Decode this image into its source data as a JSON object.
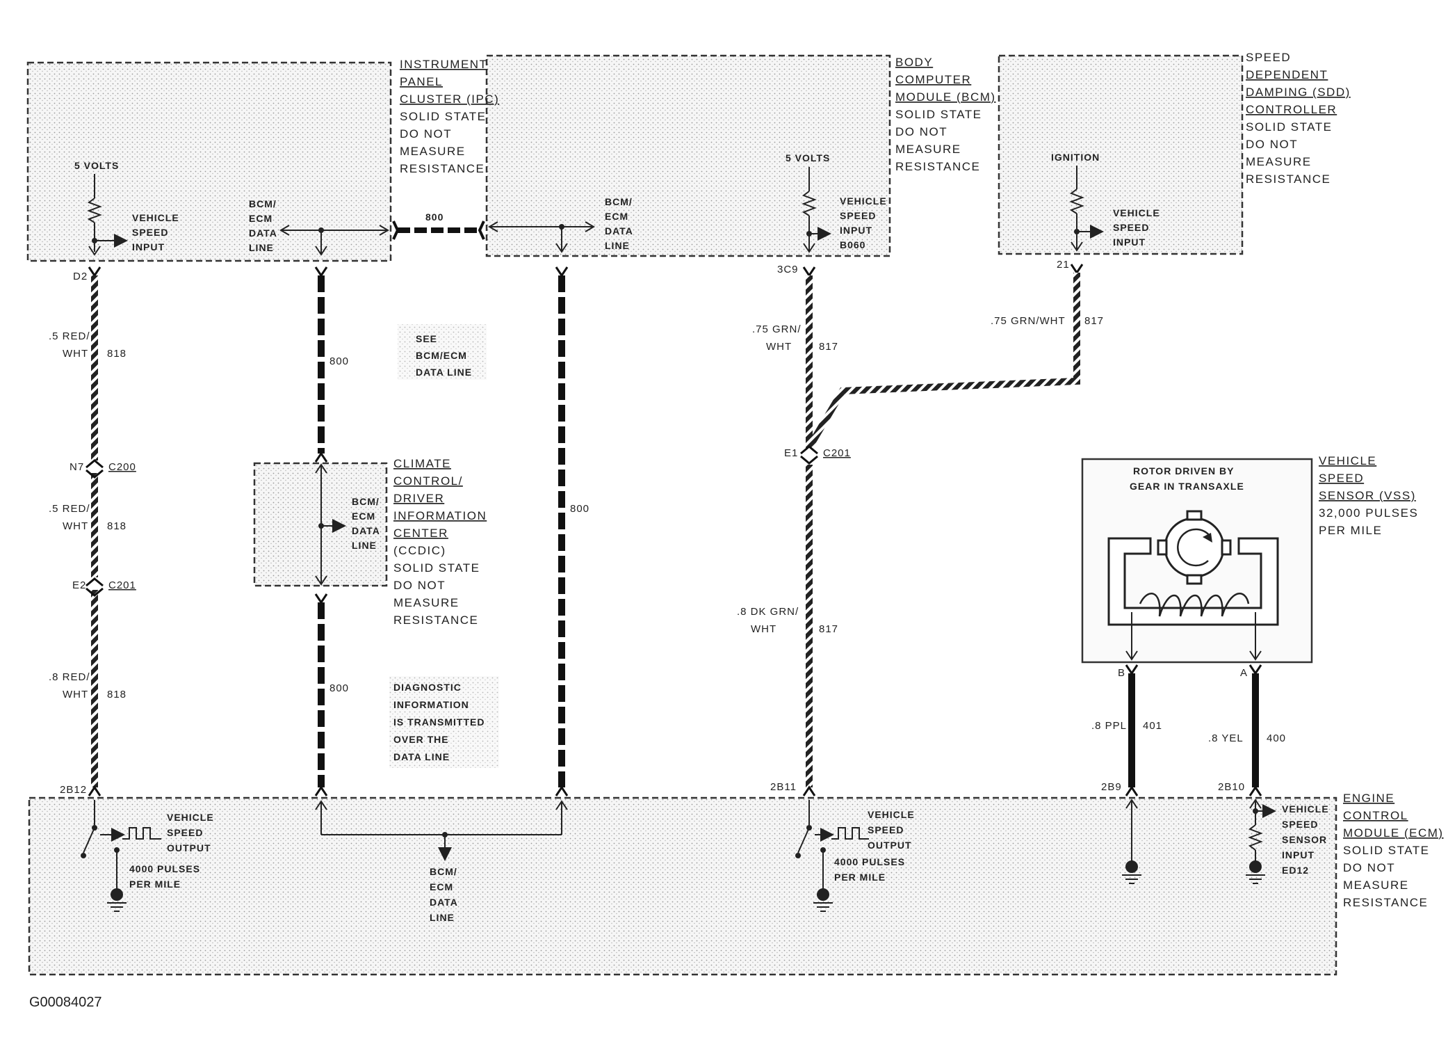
{
  "image_id": "G00084027",
  "ipc": {
    "title_lines": [
      "INSTRUMENT",
      "PANEL",
      "CLUSTER (IPC)"
    ],
    "note_lines": [
      "SOLID STATE",
      "DO NOT",
      "MEASURE",
      "RESISTANCE"
    ],
    "supply": "5 VOLTS",
    "vsi_lines": [
      "VEHICLE",
      "SPEED",
      "INPUT"
    ],
    "data_lines": [
      "BCM/",
      "ECM",
      "DATA",
      "LINE"
    ],
    "pin_d2": "D2"
  },
  "bcm": {
    "title_lines": [
      "BODY",
      "COMPUTER",
      "MODULE (BCM)"
    ],
    "note_lines": [
      "SOLID STATE",
      "DO NOT",
      "MEASURE",
      "RESISTANCE"
    ],
    "supply": "5 VOLTS",
    "vsi_lines": [
      "VEHICLE",
      "SPEED",
      "INPUT",
      "B060"
    ],
    "data_lines": [
      "BCM/",
      "ECM",
      "DATA",
      "LINE"
    ],
    "pin_3c9": "3C9"
  },
  "sdd": {
    "title_lines": [
      "SPEED",
      "DEPENDENT",
      "DAMPING (SDD)",
      "CONTROLLER"
    ],
    "note_lines": [
      "SOLID STATE",
      "DO NOT",
      "MEASURE",
      "RESISTANCE"
    ],
    "supply": "IGNITION",
    "vsi_lines": [
      "VEHICLE",
      "SPEED",
      "INPUT"
    ],
    "pin_21": "21"
  },
  "ccdic": {
    "title_lines": [
      "CLIMATE",
      "CONTROL/",
      "DRIVER",
      "INFORMATION",
      "CENTER"
    ],
    "note_lines": [
      "(CCDIC)",
      "SOLID STATE",
      "DO NOT",
      "MEASURE",
      "RESISTANCE"
    ],
    "data_lines": [
      "BCM/",
      "ECM",
      "DATA",
      "LINE"
    ]
  },
  "vss": {
    "title_lines": [
      "VEHICLE",
      "SPEED",
      "SENSOR (VSS)"
    ],
    "note_lines": [
      "32,000 PULSES",
      "PER MILE"
    ],
    "rotor_lines": [
      "ROTOR DRIVEN BY",
      "GEAR IN TRANSAXLE"
    ],
    "pin_b": "B",
    "pin_a": "A"
  },
  "ecm": {
    "title_lines": [
      "ENGINE",
      "CONTROL",
      "MODULE (ECM)"
    ],
    "note_lines": [
      "SOLID STATE",
      "DO NOT",
      "MEASURE",
      "RESISTANCE"
    ],
    "vso_lines": [
      "VEHICLE",
      "SPEED",
      "OUTPUT"
    ],
    "pulse_lines": [
      "4000 PULSES",
      "PER MILE"
    ],
    "data_lines": [
      "BCM/",
      "ECM",
      "DATA",
      "LINE"
    ],
    "vssi_lines": [
      "VEHICLE",
      "SPEED",
      "SENSOR",
      "INPUT",
      "ED12"
    ],
    "pin_2b12": "2B12",
    "pin_2b11": "2B11",
    "pin_2b9": "2B9",
    "pin_2b10": "2B10"
  },
  "wires": {
    "w818_top": [
      ".5 RED/",
      "WHT"
    ],
    "w818_mid": [
      ".5 RED/",
      "WHT"
    ],
    "w818_bot": [
      ".8 RED/",
      "WHT"
    ],
    "c818": "818",
    "c800": "800",
    "w817_top": [
      ".75 GRN/",
      "WHT"
    ],
    "w817_sdd": ".75 GRN/WHT",
    "w817_bot": [
      ".8 DK GRN/",
      "WHT"
    ],
    "c817": "817",
    "w401": ".8 PPL",
    "c401": "401",
    "w400": ".8 YEL",
    "c400": "400"
  },
  "connectors": {
    "n7": "N7",
    "c200": "C200",
    "e2": "E2",
    "c201": "C201",
    "e1": "E1"
  },
  "notes": {
    "see_lines": [
      "SEE",
      "BCM/ECM",
      "DATA LINE"
    ],
    "diag_lines": [
      "DIAGNOSTIC",
      "INFORMATION",
      "IS TRANSMITTED",
      "OVER THE",
      "DATA LINE"
    ]
  }
}
